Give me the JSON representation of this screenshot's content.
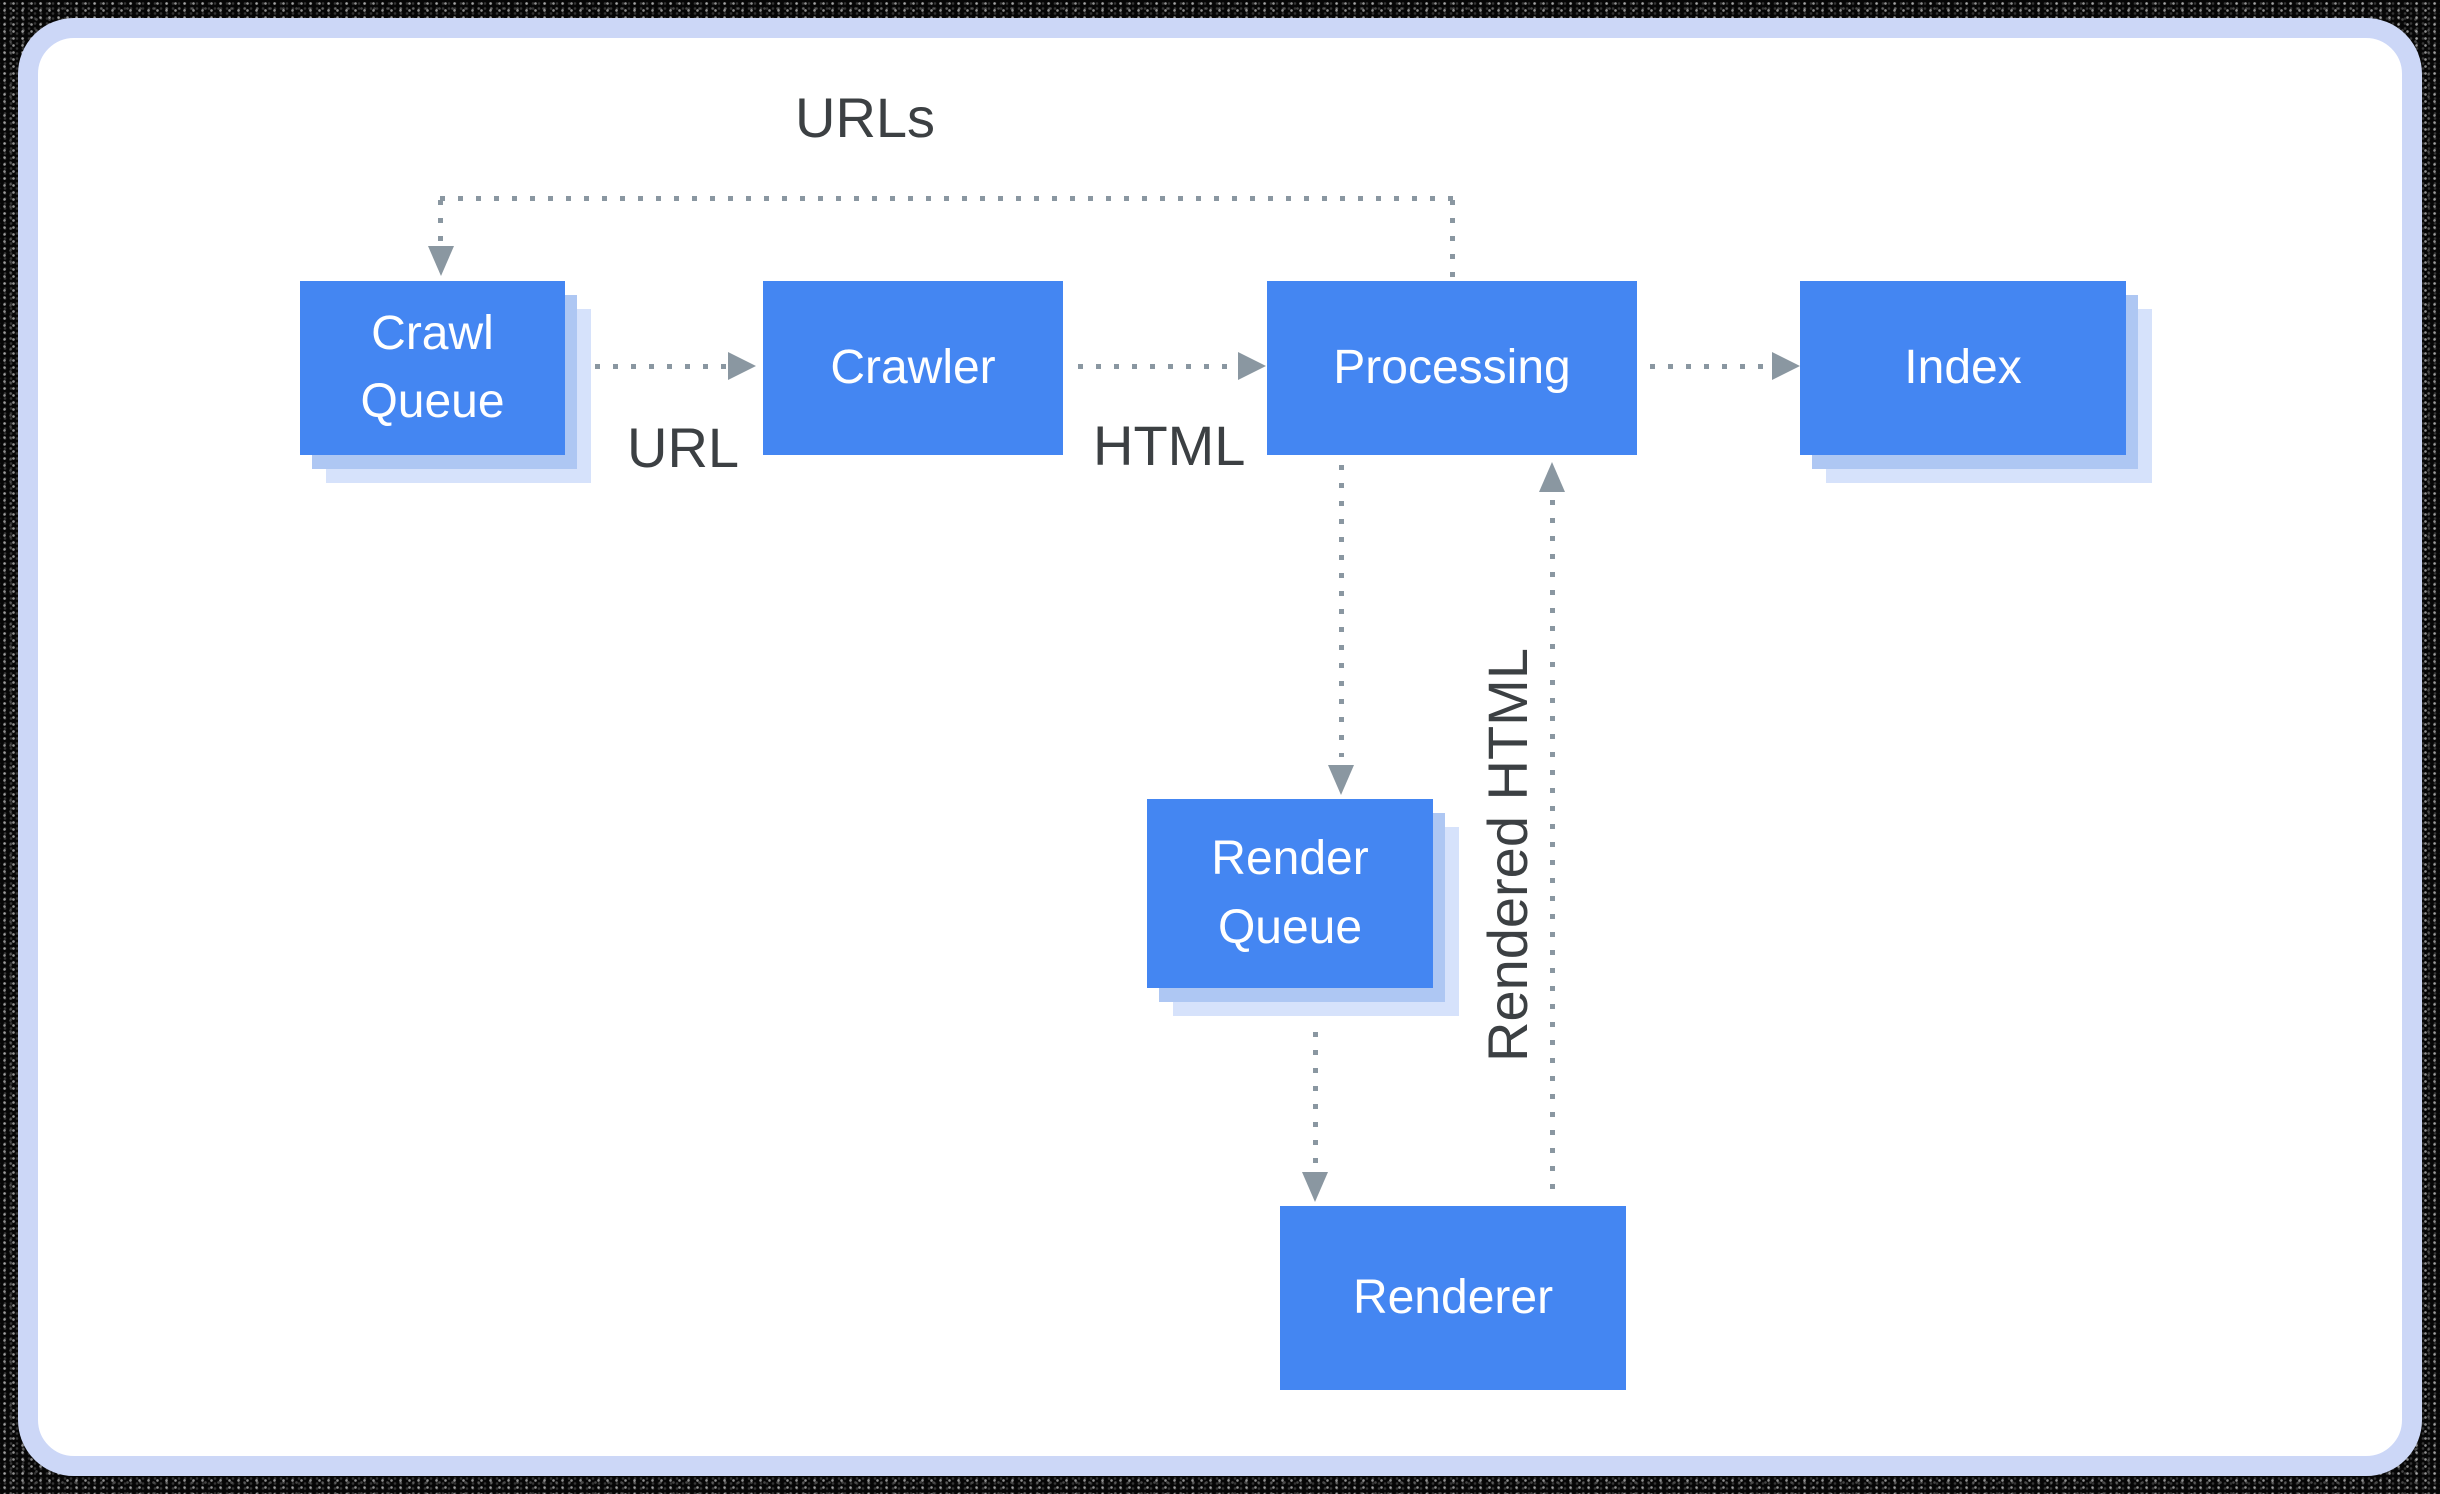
{
  "diagram": {
    "title_hint": "crawl-render-index pipeline",
    "nodes": {
      "crawl_queue": {
        "label": "Crawl Queue",
        "style": "stacked-cards"
      },
      "crawler": {
        "label": "Crawler",
        "style": "flat"
      },
      "processing": {
        "label": "Processing",
        "style": "flat"
      },
      "index": {
        "label": "Index",
        "style": "stacked-cards"
      },
      "render_queue": {
        "label": "Render Queue",
        "style": "stacked-cards"
      },
      "renderer": {
        "label": "Renderer",
        "style": "flat"
      }
    },
    "edges": [
      {
        "from": "Crawl Queue",
        "to": "Crawler",
        "label": "URL",
        "line": "dotted"
      },
      {
        "from": "Crawler",
        "to": "Processing",
        "label": "HTML",
        "line": "dotted"
      },
      {
        "from": "Processing",
        "to": "Index",
        "label": "",
        "line": "dotted"
      },
      {
        "from": "Processing",
        "to": "Crawl Queue",
        "label": "URLs",
        "line": "dotted"
      },
      {
        "from": "Processing",
        "to": "Render Queue",
        "label": "",
        "line": "dotted"
      },
      {
        "from": "Render Queue",
        "to": "Renderer",
        "label": "",
        "line": "dotted"
      },
      {
        "from": "Renderer",
        "to": "Processing",
        "label": "Rendered HTML",
        "line": "dotted"
      }
    ],
    "colors": {
      "node_fill": "#4486f2",
      "node_text": "#ffffff",
      "shadow_near": "#aec7f3",
      "shadow_far": "#d6e2fb",
      "connector": "#8a97a1",
      "label_text": "#3c4043",
      "frame_border": "#ccd7f7",
      "card_background": "#ffffff",
      "outer_background": "#060606"
    }
  }
}
